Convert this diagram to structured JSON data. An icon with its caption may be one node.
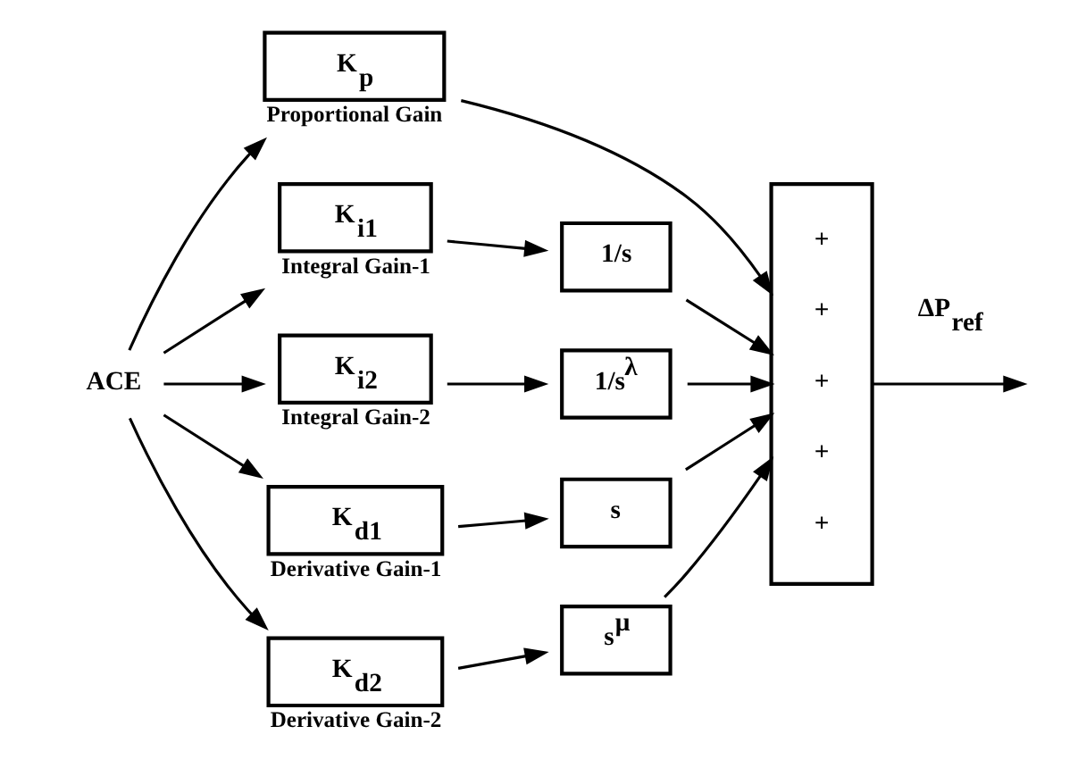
{
  "diagram": {
    "nodes": [
      {
        "text": [
          "ACE"
        ]
      },
      {
        "text": [
          "K$_{p}$"
        ],
        "beside": [
          "Proportional Gain"
        ]
      },
      {
        "text": [
          "K$_{i1}$"
        ],
        "beside": [
          "Integral Gain-1"
        ]
      },
      {
        "text": [
          "K$_{i2}$"
        ],
        "beside": [
          "Integral Gain-2"
        ]
      },
      {
        "text": [
          "K$_{d1}$"
        ],
        "beside": [
          "Derivative Gain-1"
        ]
      },
      {
        "text": [
          "K$_{d2}$"
        ],
        "beside": [
          "Derivative Gain-2"
        ]
      },
      {
        "text": [
          "1/s"
        ]
      },
      {
        "text": [
          "1/s$^{λ}$"
        ]
      },
      {
        "text": [
          "s"
        ]
      },
      {
        "text": [
          "s$^{μ}$"
        ]
      },
      {
        "text": [
          "+",
          "+",
          "+",
          "+",
          "+"
        ]
      }
    ],
    "edges": [
      {
        "from": 0,
        "to": 1,
        "arrow": "to"
      },
      {
        "from": 0,
        "to": 2,
        "arrow": "to"
      },
      {
        "from": 0,
        "to": 3,
        "arrow": "to"
      },
      {
        "from": 0,
        "to": 4,
        "arrow": "to"
      },
      {
        "from": 0,
        "to": 5,
        "arrow": "to"
      },
      {
        "from": 1,
        "to": 10,
        "arrow": "to"
      },
      {
        "from": 2,
        "to": 6,
        "arrow": "to"
      },
      {
        "from": 3,
        "to": 7,
        "arrow": "to"
      },
      {
        "from": 4,
        "to": 8,
        "arrow": "to"
      },
      {
        "from": 5,
        "to": 9,
        "arrow": "to"
      },
      {
        "from": 6,
        "to": 10,
        "arrow": "to"
      },
      {
        "from": 7,
        "to": 10,
        "arrow": "to"
      },
      {
        "from": 8,
        "to": 10,
        "arrow": "to"
      },
      {
        "from": 9,
        "to": 10,
        "arrow": "to"
      },
      {
        "from": 10,
        "to": null,
        "arrow": "to",
        "label": "ΔP$_{ref}$"
      }
    ]
  }
}
